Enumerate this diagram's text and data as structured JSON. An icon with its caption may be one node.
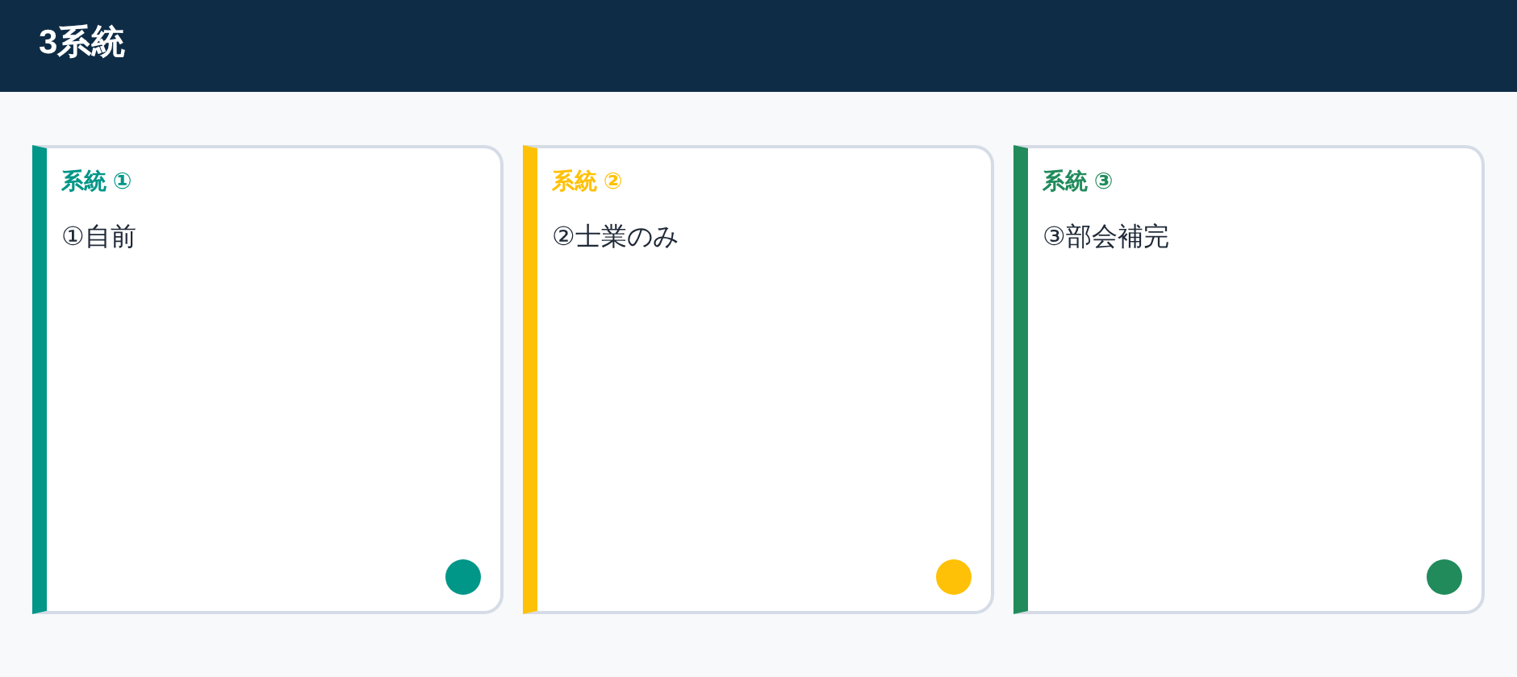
{
  "diagram": {
    "title": "3系統",
    "nodes": [
      {
        "text": [
          "系統 ①",
          "①自前"
        ]
      },
      {
        "text": [
          "系統 ②",
          "②士業のみ"
        ]
      },
      {
        "text": [
          "系統 ③",
          "③部会補完"
        ]
      }
    ],
    "edges": []
  }
}
